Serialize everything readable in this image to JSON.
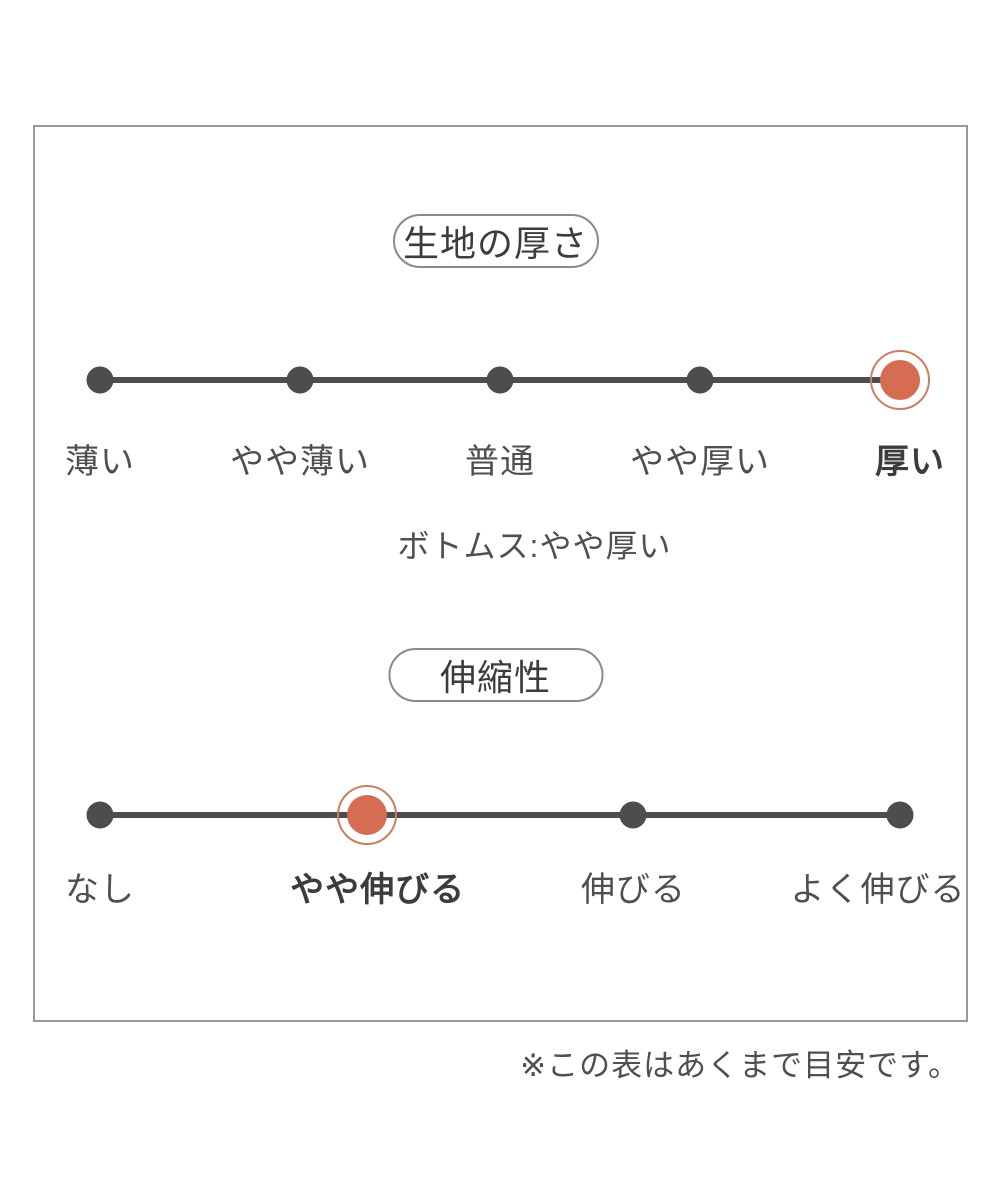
{
  "panel": {
    "sections": [
      {
        "id": "fabric-thickness",
        "title": "生地の厚さ",
        "note": "ボトムス:やや厚い",
        "options": [
          {
            "label": "薄い",
            "selected": false
          },
          {
            "label": "やや薄い",
            "selected": false
          },
          {
            "label": "普通",
            "selected": false
          },
          {
            "label": "やや厚い",
            "selected": false
          },
          {
            "label": "厚い",
            "selected": true
          }
        ]
      },
      {
        "id": "stretchability",
        "title": "伸縮性",
        "note": "",
        "options": [
          {
            "label": "なし",
            "selected": false
          },
          {
            "label": "やや伸びる",
            "selected": true
          },
          {
            "label": "伸びる",
            "selected": false
          },
          {
            "label": "よく伸びる",
            "selected": false
          }
        ]
      }
    ]
  },
  "footnote": "※この表はあくまで目安です。",
  "colors": {
    "accent": "#d66c52",
    "accent_ring": "#c97f63",
    "dot": "#4d4d4d",
    "line": "#4d4d4d",
    "text": "#4f4f4f",
    "text_strong": "#3c3c3c",
    "frame_border": "#999999",
    "pill_border": "#8a8a8a"
  }
}
